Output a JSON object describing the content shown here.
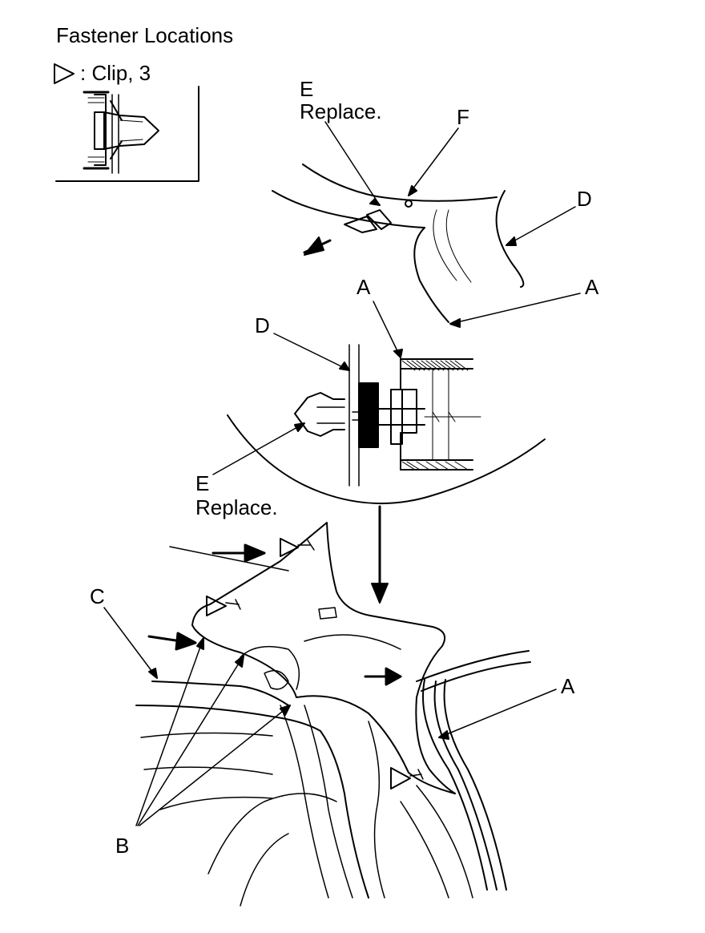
{
  "title": "Fastener Locations",
  "legend": {
    "symbol": "triangle-icon",
    "text": ": Clip, 3"
  },
  "callouts": {
    "e_top": "E",
    "e_top_note": "Replace.",
    "f": "F",
    "d_top": "D",
    "a_top": "A",
    "a_mid": "A",
    "d_mid": "D",
    "e_mid": "E",
    "e_mid_note": "Replace.",
    "c": "C",
    "a_bottom": "A",
    "b": "B"
  },
  "colors": {
    "ink": "#000000",
    "paper": "#ffffff"
  }
}
